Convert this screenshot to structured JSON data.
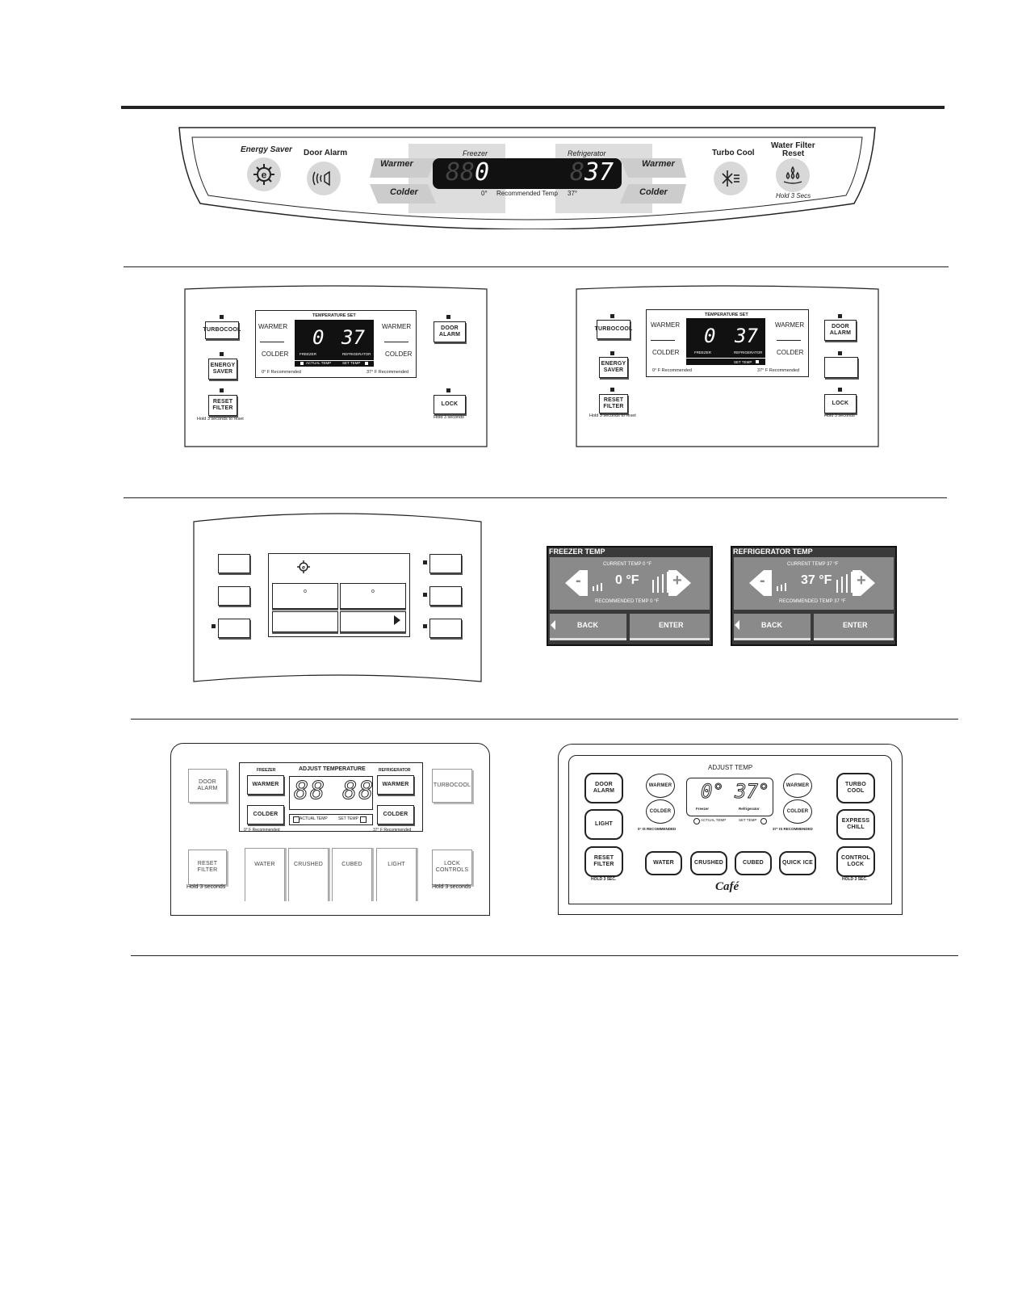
{
  "panel1": {
    "energy_saver": "Energy Saver",
    "door_alarm": "Door Alarm",
    "warmer_left": "Warmer",
    "colder_left": "Colder",
    "freezer": "Freezer",
    "freezer_ghost": "88",
    "freezer_value": "0",
    "refrigerator": "Refrigerator",
    "fridge_ghost": "8",
    "fridge_value": "37",
    "rec_freezer": "0°",
    "rec_label": "Recommended Temp",
    "rec_fridge": "37°",
    "warmer_right": "Warmer",
    "colder_right": "Colder",
    "turbo_cool": "Turbo Cool",
    "water_filter": "Water Filter",
    "reset": "Reset",
    "hold": "Hold 3 Secs"
  },
  "panel2": {
    "turbocool": "TurboCool",
    "energy_saver": "Energy Saver",
    "reset_filter": "Reset Filter",
    "hold_reset": "Hold 3 seconds to reset",
    "temperature_set": "Temperature Set",
    "warmer": "Warmer",
    "colder": "Colder",
    "freezer_value": "0",
    "fridge_value": "37",
    "freezer": "Freezer",
    "refrigerator": "Refrigerator",
    "actual_temp": "Actual Temp",
    "set_temp": "Set Temp",
    "rec_freezer": "0° F Recommended",
    "rec_fridge": "37° F Recommended",
    "door_alarm": "Door Alarm",
    "lock": "Lock",
    "hold_lock": "Hold 3 seconds"
  },
  "panel3": {
    "turbocool": "TurboCool",
    "energy_saver": "Energy Saver",
    "reset_filter": "Reset Filter",
    "hold_reset": "Hold 3 seconds to reset",
    "temperature_set": "Temperature Set",
    "warmer": "Warmer",
    "colder": "Colder",
    "freezer_value": "0",
    "fridge_value": "37",
    "freezer": "Freezer",
    "refrigerator": "Refrigerator",
    "set_temp": "Set Temp",
    "rec_freezer": "0° F Recommended",
    "rec_fridge": "37° F Recommended",
    "door_alarm": "Door Alarm",
    "lock": "Lock",
    "hold_lock": "Hold 3 seconds"
  },
  "panel4": {
    "degree_a": "o",
    "degree_b": "o"
  },
  "panel5": {
    "freezer_title": "Freezer Temp",
    "freezer_current": "Current temp 0 °F",
    "freezer_value": "0 °F",
    "freezer_recommended": "Recommended temp 0 °F",
    "fridge_title": "Refrigerator Temp",
    "fridge_current": "Current temp 37 °F",
    "fridge_value": "37 °F",
    "fridge_recommended": "Recommended temp 37 °F",
    "minus": "-",
    "plus": "+",
    "back": "Back",
    "enter": "Enter"
  },
  "panel6": {
    "door_alarm": "Door Alarm",
    "freezer": "Freezer",
    "adjust_temperature": "Adjust Temperature",
    "refrigerator": "Refrigerator",
    "warmer": "Warmer",
    "colder": "Colder",
    "digits": "88 88",
    "actual_temp": "Actual Temp",
    "set_temp": "Set Temp",
    "rec_freezer": "0° F Recommended",
    "rec_fridge": "37° F Recommended",
    "turbocool": "TurboCool",
    "reset_filter": "Reset Filter",
    "hold_left": "Hold 3 seconds",
    "water": "Water",
    "crushed": "Crushed",
    "cubed": "Cubed",
    "light": "Light",
    "lock_controls": "Lock Controls",
    "hold_right": "Hold 3 seconds"
  },
  "panel7": {
    "adjust_temp": "Adjust Temp",
    "door_alarm": "Door Alarm",
    "light": "Light",
    "reset_filter": "Reset Filter",
    "hold_left": "Hold 3 Sec.",
    "warmer": "Warmer",
    "colder": "Colder",
    "freezer_value": "0°",
    "fridge_value": "37°",
    "freezer": "Freezer",
    "refrigerator": "Refrigerator",
    "actual_temp": "Actual Temp",
    "set_temp": "Set Temp",
    "rec_freezer": "0° is Recommended",
    "rec_fridge": "37° is Recommended",
    "turbo_cool": "Turbo Cool",
    "express_chill": "Express Chill",
    "control_lock": "Control Lock",
    "hold_right": "Hold 3 Sec.",
    "water": "Water",
    "crushed": "Crushed",
    "cubed": "Cubed",
    "quick_ice": "Quick Ice",
    "brand": "Café"
  }
}
